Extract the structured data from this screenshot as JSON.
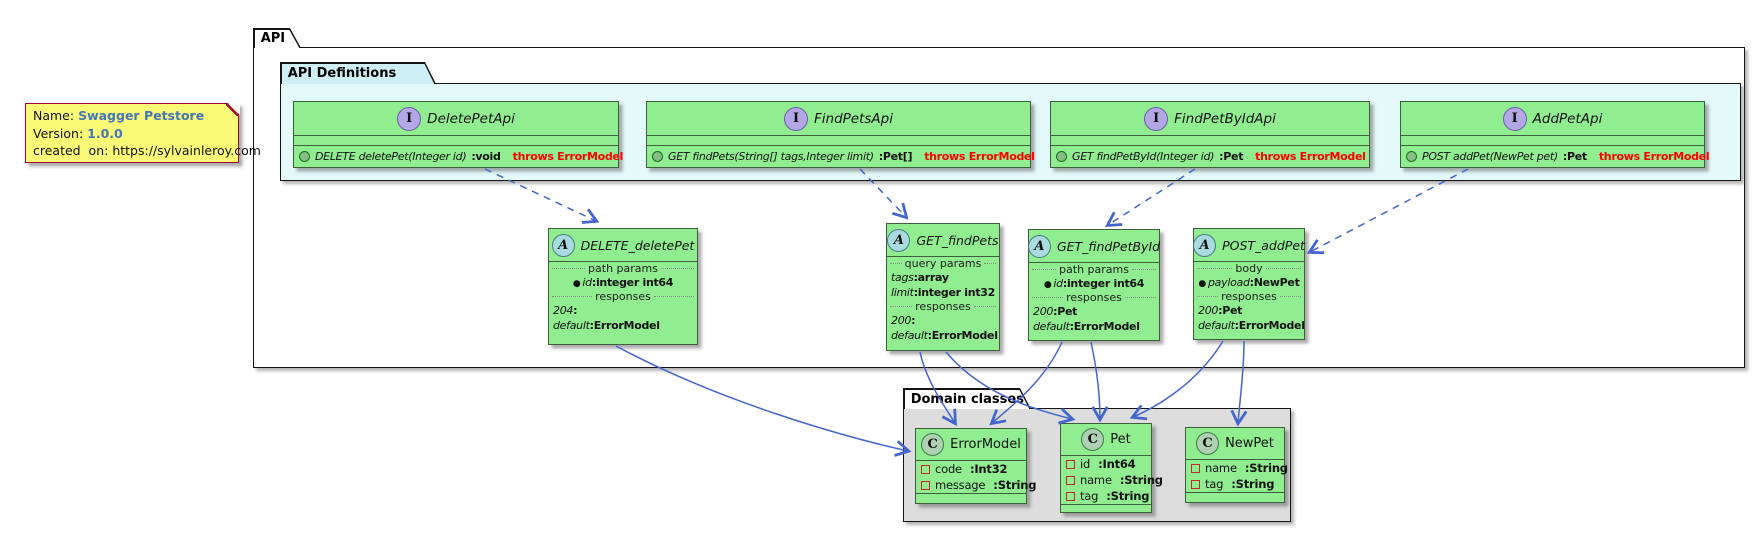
{
  "note": {
    "name_label": "Name: ",
    "name_value": "Swagger Petstore",
    "version_label": "Version: ",
    "version_value": "1.0.0",
    "created_line": "created  on: https://sylvainleroy.com"
  },
  "api_frame": {
    "title": "API"
  },
  "definitions_frame": {
    "title": "API Definitions"
  },
  "interfaces": [
    {
      "icon": "I",
      "name": "DeletePetApi",
      "method": {
        "signature": "DELETE deletePet(Integer id)",
        "returns": ":void",
        "throws": "throws ErrorModel"
      }
    },
    {
      "icon": "I",
      "name": "FindPetsApi",
      "method": {
        "signature": "GET findPets(String[] tags,Integer limit)",
        "returns": ":Pet[]",
        "throws": "throws ErrorModel"
      }
    },
    {
      "icon": "I",
      "name": "FindPetByIdApi",
      "method": {
        "signature": "GET findPetById(Integer id)",
        "returns": ":Pet",
        "throws": "throws ErrorModel"
      }
    },
    {
      "icon": "I",
      "name": "AddPetApi",
      "method": {
        "signature": "POST addPet(NewPet pet)",
        "returns": ":Pet",
        "throws": "throws ErrorModel"
      }
    }
  ],
  "abstract_classes": [
    {
      "icon": "A",
      "name": "DELETE_deletePet",
      "divider1": "path params",
      "param_bullet": "●",
      "param_name": "id",
      "param_type": ":integer int64",
      "divider2": "responses",
      "resp1_name": "204",
      "resp1_type": ":",
      "resp2_name": "default",
      "resp2_type": ":ErrorModel"
    },
    {
      "icon": "A",
      "name": "GET_findPets",
      "divider1": "query params",
      "param1_name": "tags",
      "param1_type": ":array",
      "param2_name": "limit",
      "param2_type": ":integer int32",
      "divider2": "responses",
      "resp1_name": "200",
      "resp1_type": ":",
      "resp2_name": "default",
      "resp2_type": ":ErrorModel"
    },
    {
      "icon": "A",
      "name": "GET_findPetById",
      "divider1": "path params",
      "param_bullet": "●",
      "param_name": "id",
      "param_type": ":integer int64",
      "divider2": "responses",
      "resp1_name": "200",
      "resp1_type": ":Pet",
      "resp2_name": "default",
      "resp2_type": ":ErrorModel"
    },
    {
      "icon": "A",
      "name": "POST_addPet",
      "divider1": "body",
      "param_bullet": "●",
      "param_name": "payload",
      "param_type": ":NewPet",
      "divider2": "responses",
      "resp1_name": "200",
      "resp1_type": ":Pet",
      "resp2_name": "default",
      "resp2_type": ":ErrorModel"
    }
  ],
  "domain_frame": {
    "title": "Domain classes"
  },
  "domain_classes": [
    {
      "icon": "C",
      "name": "ErrorModel",
      "fields": [
        {
          "name": "code",
          "type": ":Int32"
        },
        {
          "name": "message",
          "type": ":String"
        }
      ]
    },
    {
      "icon": "C",
      "name": "Pet",
      "fields": [
        {
          "name": "id",
          "type": ":Int64"
        },
        {
          "name": "name",
          "type": ":String"
        },
        {
          "name": "tag",
          "type": ":String"
        }
      ]
    },
    {
      "icon": "C",
      "name": "NewPet",
      "fields": [
        {
          "name": "name",
          "type": ":String"
        },
        {
          "name": "tag",
          "type": ":String"
        }
      ]
    }
  ],
  "colors": {
    "box_fill_green": "#90EE90",
    "frame_fill_cyan": "#E4F9FA",
    "domain_fill_gray": "#DDDDDD",
    "note_fill_yellow": "#FBFB77",
    "note_border_red": "#A80036",
    "arrow_blue": "#4466CC",
    "throws_red": "#FF0000",
    "link_blue": "#4576B5",
    "interface_icon_purple": "#B4A7E5",
    "abstract_icon_blue": "#A9DCDF",
    "class_icon_green": "#ADD1B2",
    "field_icon_red": "#C82930",
    "method_icon_green": "#84BE84"
  }
}
